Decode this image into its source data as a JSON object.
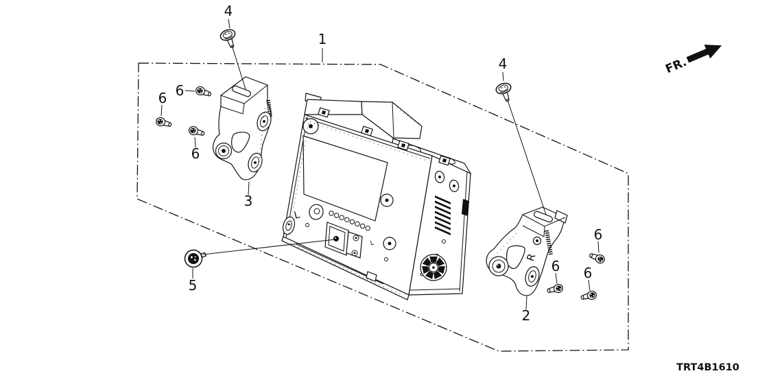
{
  "colors": {
    "ink": "#111111",
    "paper": "#ffffff"
  },
  "diagram_code": "TRT4B1610",
  "direction_indicator": "FR.",
  "unit_markings": {
    "left_face": "L",
    "left_face_small": "L",
    "right_bracket": "R"
  },
  "callouts": {
    "unit": "1",
    "bracket_right": "2",
    "bracket_left": "3",
    "screw_left": "4",
    "screw_right": "4",
    "grommet": "5",
    "bolt_left_top": "6",
    "bolt_left_mid": "6",
    "bolt_left_bottom": "6",
    "bolt_right_top": "6",
    "bolt_right_mid": "6",
    "bolt_right_bottom": "6"
  }
}
